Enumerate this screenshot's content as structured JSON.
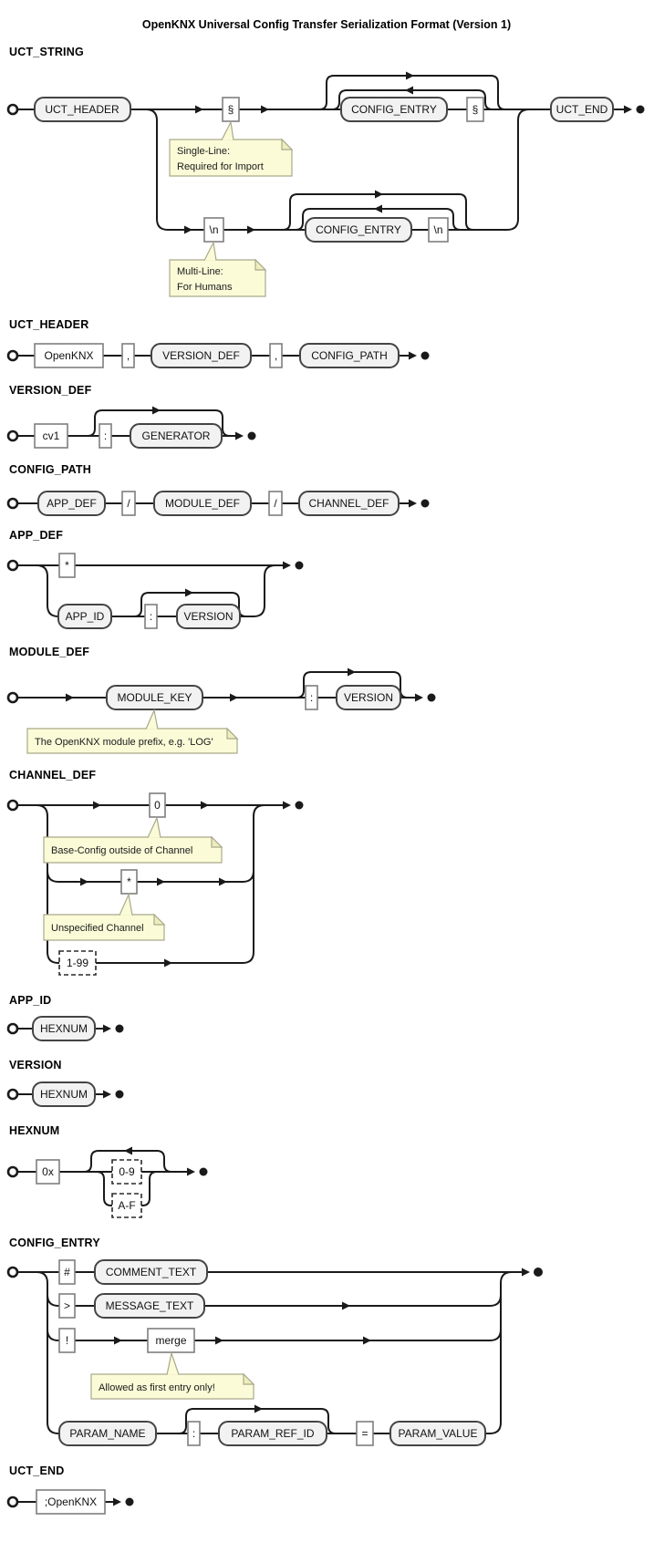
{
  "title": "OpenKNX Universal Config Transfer Serialization Format (Version 1)",
  "colors": {
    "background": "#ffffff",
    "rail_line": "#1a1a1a",
    "nonterminal_fill": "#f2f2f2",
    "nonterminal_border": "#444444",
    "terminal_fill": "#ffffff",
    "terminal_border": "#7f7f7f",
    "note_fill": "#fbfbd8",
    "note_border": "#a9a98c"
  },
  "sections": {
    "uct_string": {
      "heading": "UCT_STRING",
      "nodes": {
        "header": "UCT_HEADER",
        "sep_a": "§",
        "entry_a": "CONFIG_ENTRY",
        "sep_b": "§",
        "end": "UCT_END",
        "nl_a": "\\n",
        "entry_b": "CONFIG_ENTRY",
        "nl_b": "\\n"
      },
      "notes": {
        "single_line": [
          "Single-Line:",
          "Required for Import"
        ],
        "multi_line": [
          "Multi-Line:",
          "For Humans"
        ]
      }
    },
    "uct_header": {
      "heading": "UCT_HEADER",
      "nodes": {
        "openknx": "OpenKNX",
        "comma_a": ",",
        "version_def": "VERSION_DEF",
        "comma_b": ",",
        "config_path": "CONFIG_PATH"
      }
    },
    "version_def": {
      "heading": "VERSION_DEF",
      "nodes": {
        "cv1": "cv1",
        "colon": ":",
        "generator": "GENERATOR"
      }
    },
    "config_path": {
      "heading": "CONFIG_PATH",
      "nodes": {
        "app_def": "APP_DEF",
        "slash_a": "/",
        "module_def": "MODULE_DEF",
        "slash_b": "/",
        "channel_def": "CHANNEL_DEF"
      }
    },
    "app_def": {
      "heading": "APP_DEF",
      "nodes": {
        "star": "*",
        "app_id": "APP_ID",
        "colon": ":",
        "version": "VERSION"
      }
    },
    "module_def": {
      "heading": "MODULE_DEF",
      "nodes": {
        "module_key": "MODULE_KEY",
        "colon": ":",
        "version": "VERSION"
      },
      "note": "The OpenKNX module prefix, e.g. 'LOG'"
    },
    "channel_def": {
      "heading": "CHANNEL_DEF",
      "nodes": {
        "zero": "0",
        "star": "*",
        "range": "1-99"
      },
      "notes": {
        "base_config": "Base-Config outside of Channel",
        "unspecified": "Unspecified Channel"
      }
    },
    "app_id": {
      "heading": "APP_ID",
      "nodes": {
        "hexnum": "HEXNUM"
      }
    },
    "version": {
      "heading": "VERSION",
      "nodes": {
        "hexnum": "HEXNUM"
      }
    },
    "hexnum": {
      "heading": "HEXNUM",
      "nodes": {
        "prefix": "0x",
        "digits": "0-9",
        "letters": "A-F"
      }
    },
    "config_entry": {
      "heading": "CONFIG_ENTRY",
      "nodes": {
        "hash": "#",
        "comment_text": "COMMENT_TEXT",
        "gt": ">",
        "message_text": "MESSAGE_TEXT",
        "bang": "!",
        "merge": "merge",
        "param_name": "PARAM_NAME",
        "colon": ":",
        "param_ref_id": "PARAM_REF_ID",
        "eq": "=",
        "param_value": "PARAM_VALUE"
      },
      "note": "Allowed as first entry only!"
    },
    "uct_end": {
      "heading": "UCT_END",
      "nodes": {
        "terminator": ";OpenKNX"
      }
    }
  }
}
